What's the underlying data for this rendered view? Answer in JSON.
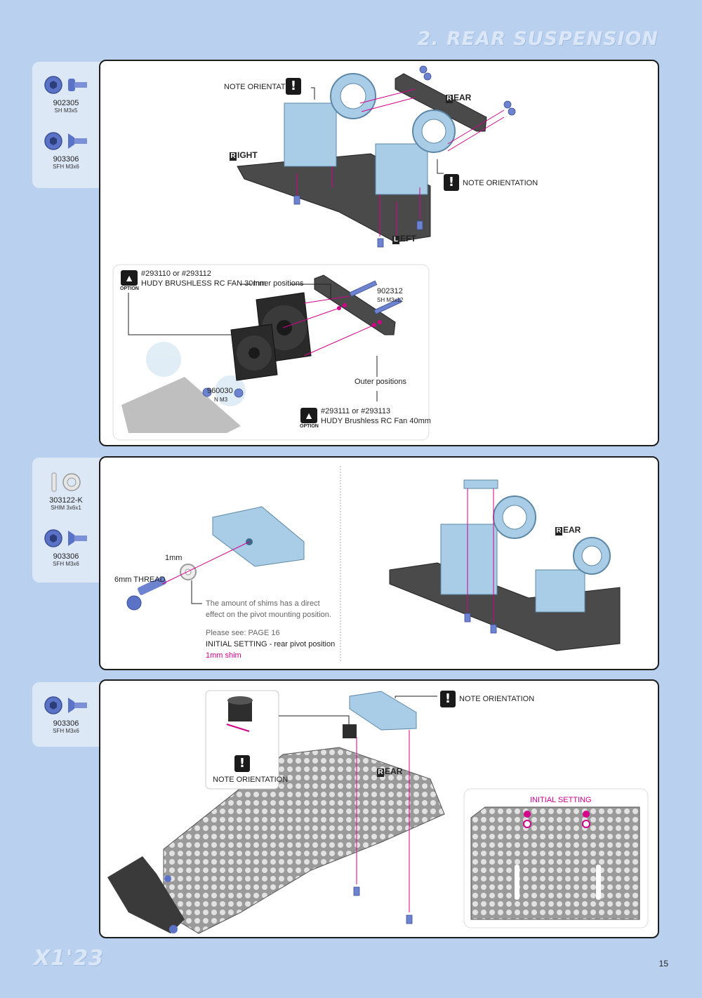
{
  "header": {
    "section_title": "2. REAR SUSPENSION"
  },
  "footer": {
    "logo": "X1'23",
    "page_number": "15"
  },
  "step1": {
    "parts": [
      {
        "code": "902305",
        "desc": "SH M3x5"
      },
      {
        "code": "903306",
        "desc": "SFH M3x6"
      }
    ],
    "note_orientation_1": "NOTE ORIENTATION",
    "note_orientation_2": "NOTE ORIENTATION",
    "rear_cap": "R",
    "rear_rest": "EAR",
    "right_cap": "R",
    "right_rest": "IGHT",
    "left_cap": "L",
    "left_rest": "EFT",
    "option": {
      "badge_text": "OPTION",
      "fan30_codes": "#293110 or #293112",
      "fan30_name": "HUDY BRUSHLESS RC FAN 30mm",
      "inner_positions": "Inner positions",
      "screw_code": "902312",
      "screw_desc": "SH M3x12",
      "nut_code": "960030",
      "nut_desc": "N M3",
      "outer_positions": "Outer positions",
      "fan40_codes": "#293111 or #293113",
      "fan40_name": "HUDY Brushless RC Fan 40mm"
    }
  },
  "step2": {
    "parts": [
      {
        "code": "303122-K",
        "desc": "SHIM 3x6x1"
      },
      {
        "code": "903306",
        "desc": "SFH M3x6"
      }
    ],
    "shim_label": "1mm",
    "thread_label": "6mm THREAD",
    "note_line1": "The amount of shims has a direct",
    "note_line2": "effect on the pivot mounting position.",
    "please_see": "Please see: PAGE 16",
    "initial_setting": "INITIAL SETTING",
    "initial_setting_rest": " - rear pivot position",
    "shim_setting": "1mm shim",
    "rear_cap": "R",
    "rear_rest": "EAR"
  },
  "step3": {
    "parts": [
      {
        "code": "903306",
        "desc": "SFH M3x6"
      }
    ],
    "note_orientation_1": "NOTE ORIENTATION",
    "note_orientation_2": "NOTE ORIENTATION",
    "rear_cap": "R",
    "rear_rest": "EAR",
    "initial_setting": "INITIAL SETTING"
  },
  "colors": {
    "background": "#b9d1ef",
    "accent_magenta": "#d4008a",
    "aluminium_blue": "#a9cde6",
    "carbon": "#4a4a4a"
  }
}
